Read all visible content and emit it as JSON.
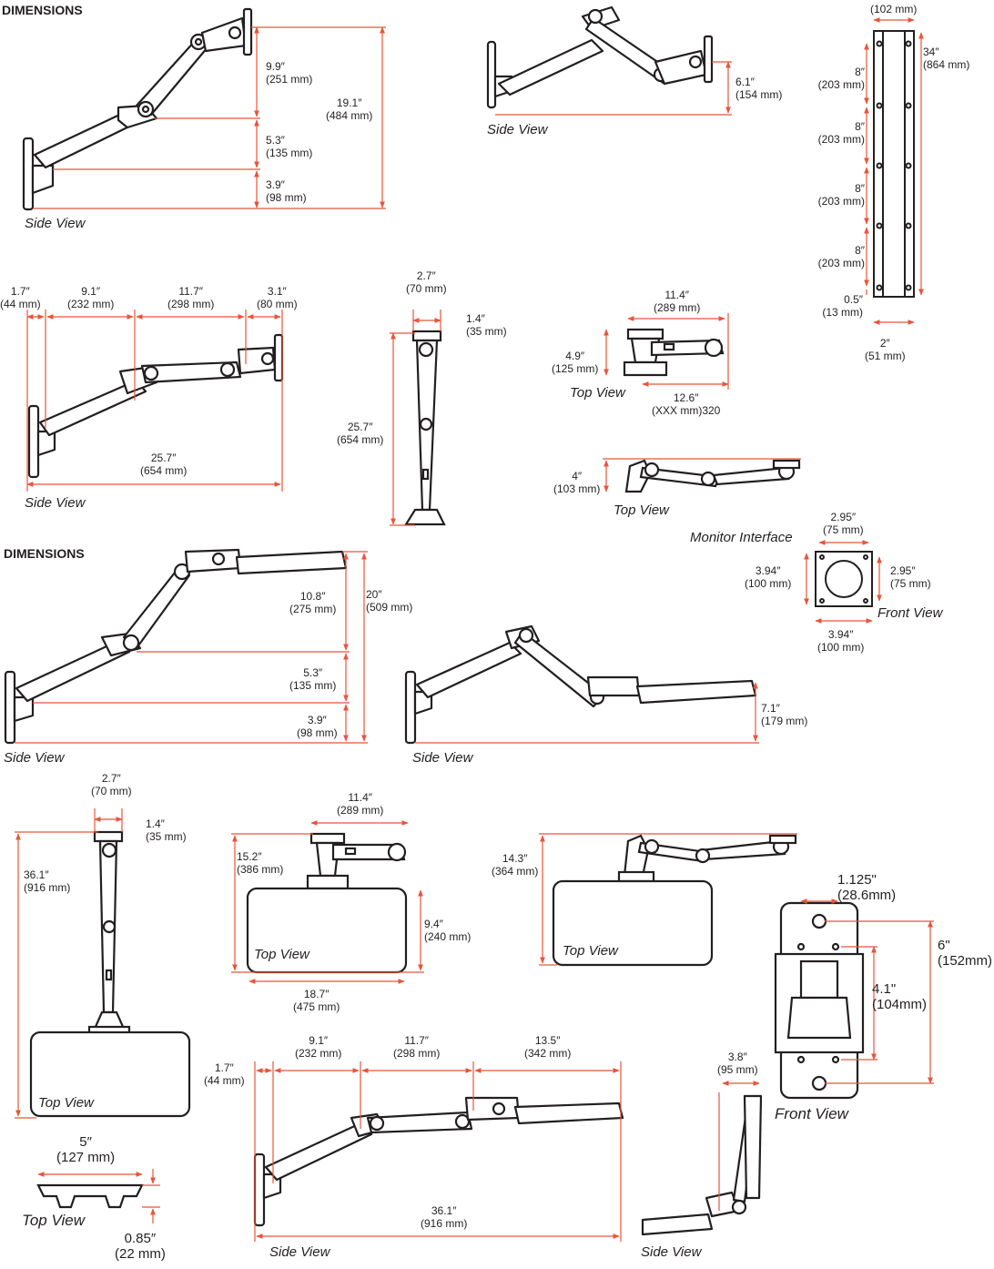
{
  "headings": {
    "dimensions_1": "DIMENSIONS",
    "dimensions_2": "DIMENSIONS"
  },
  "view_labels": {
    "side": "Side View",
    "top": "Top View",
    "front": "Front View",
    "monitor_interface": "Monitor Interface"
  },
  "dims": {
    "a1_in": "9.9″",
    "a1_mm": "(251 mm)",
    "a2_in": "19.1″",
    "a2_mm": "(484 mm)",
    "a3_in": "5.3″",
    "a3_mm": "(135 mm)",
    "a4_in": "3.9″",
    "a4_mm": "(98 mm)",
    "b1_in": "6.1″",
    "b1_mm": "(154 mm)",
    "rail_w_mm": "(102 mm)",
    "rail_h_in": "34″",
    "rail_h_mm": "(864 mm)",
    "rail_s_in": "8″",
    "rail_s_mm": "(203 mm)",
    "rail_e_in": "0.5″",
    "rail_e_mm": "(13 mm)",
    "rail_d_in": "2″",
    "rail_d_mm": "(51 mm)",
    "c1_in": "1.7″",
    "c1_mm": "(44 mm)",
    "c2_in": "9.1″",
    "c2_mm": "(232 mm)",
    "c3_in": "11.7″",
    "c3_mm": "(298 mm)",
    "c4_in": "3.1″",
    "c4_mm": "(80 mm)",
    "c5_in": "25.7″",
    "c5_mm": "(654 mm)",
    "d1_in": "2.7″",
    "d1_mm": "(70 mm)",
    "d2_in": "1.4″",
    "d2_mm": "(35 mm)",
    "d3_in": "25.7″",
    "d3_mm": "(654 mm)",
    "e1_in": "11.4″",
    "e1_mm": "(289 mm)",
    "e2_in": "4.9″",
    "e2_mm": "(125 mm)",
    "e3_in": "12.6″",
    "e3_mm": "(XXX mm)320",
    "f1_in": "4″",
    "f1_mm": "(103 mm)",
    "m1_in": "2.95″",
    "m1_mm": "(75 mm)",
    "m2_in": "3.94″",
    "m2_mm": "(100 mm)",
    "g1_in": "10.8″",
    "g1_mm": "(275 mm)",
    "g2_in": "20″",
    "g2_mm": "(509 mm)",
    "g3_in": "5.3″",
    "g3_mm": "(135 mm)",
    "g4_in": "3.9″",
    "g4_mm": "(98 mm)",
    "h1_in": "7.1″",
    "h1_mm": "(179 mm)",
    "i1_in": "2.7″",
    "i1_mm": "(70 mm)",
    "i2_in": "1.4″",
    "i2_mm": "(35 mm)",
    "i3_in": "36.1″",
    "i3_mm": "(916 mm)",
    "j1_in": "11.4″",
    "j1_mm": "(289 mm)",
    "j2_in": "15.2″",
    "j2_mm": "(386 mm)",
    "j3_in": "9.4″",
    "j3_mm": "(240 mm)",
    "j4_in": "18.7″",
    "j4_mm": "(475 mm)",
    "k1_in": "14.3″",
    "k1_mm": "(364 mm)",
    "l1_in": "1.125\"",
    "l1_mm": "(28.6mm)",
    "l2_in": "6\"",
    "l2_mm": "(152mm)",
    "l3_in": "4.1\"",
    "l3_mm": "(104mm)",
    "n1_in": "5″",
    "n1_mm": "(127 mm)",
    "n2_in": "0.85″",
    "n2_mm": "(22 mm)",
    "o1_in": "1.7″",
    "o1_mm": "(44 mm)",
    "o2_in": "9.1″",
    "o2_mm": "(232 mm)",
    "o3_in": "11.7″",
    "o3_mm": "(298 mm)",
    "o4_in": "13.5″",
    "o4_mm": "(342 mm)",
    "o5_in": "36.1″",
    "o5_mm": "(916 mm)",
    "p1_in": "3.8″",
    "p1_mm": "(95 mm)"
  },
  "colors": {
    "dimension_line": "#e8553a",
    "outline": "#231f20",
    "fill": "#ffffff"
  }
}
